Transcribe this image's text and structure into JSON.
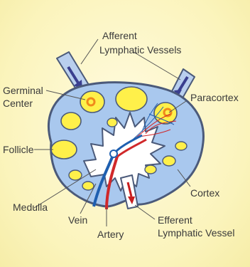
{
  "diagram": {
    "labels": {
      "afferent_line1": "Afferent",
      "afferent_line2": "Lymphatic Vessels",
      "germinal_line1": "Germinal",
      "germinal_line2": "Center",
      "paracortex": "Paracortex",
      "follicle": "Follicle",
      "cortex": "Cortex",
      "medulla": "Medulla",
      "vein": "Vein",
      "artery": "Artery",
      "efferent_line1": "Efferent",
      "efferent_line2": "Lymphatic Vessel"
    },
    "colors": {
      "background": "#fbf4bc",
      "capsule_fill": "#a9c8ee",
      "capsule_stroke": "#4b5a7a",
      "medulla_fill": "#ffffff",
      "follicle_fill": "#fff04a",
      "germinal_ring": "#f08a1a",
      "vein": "#1e5fb0",
      "artery": "#d0282a",
      "afferent_arrow": "#3a3f8f",
      "efferent_arrow": "#c81e1e"
    }
  }
}
